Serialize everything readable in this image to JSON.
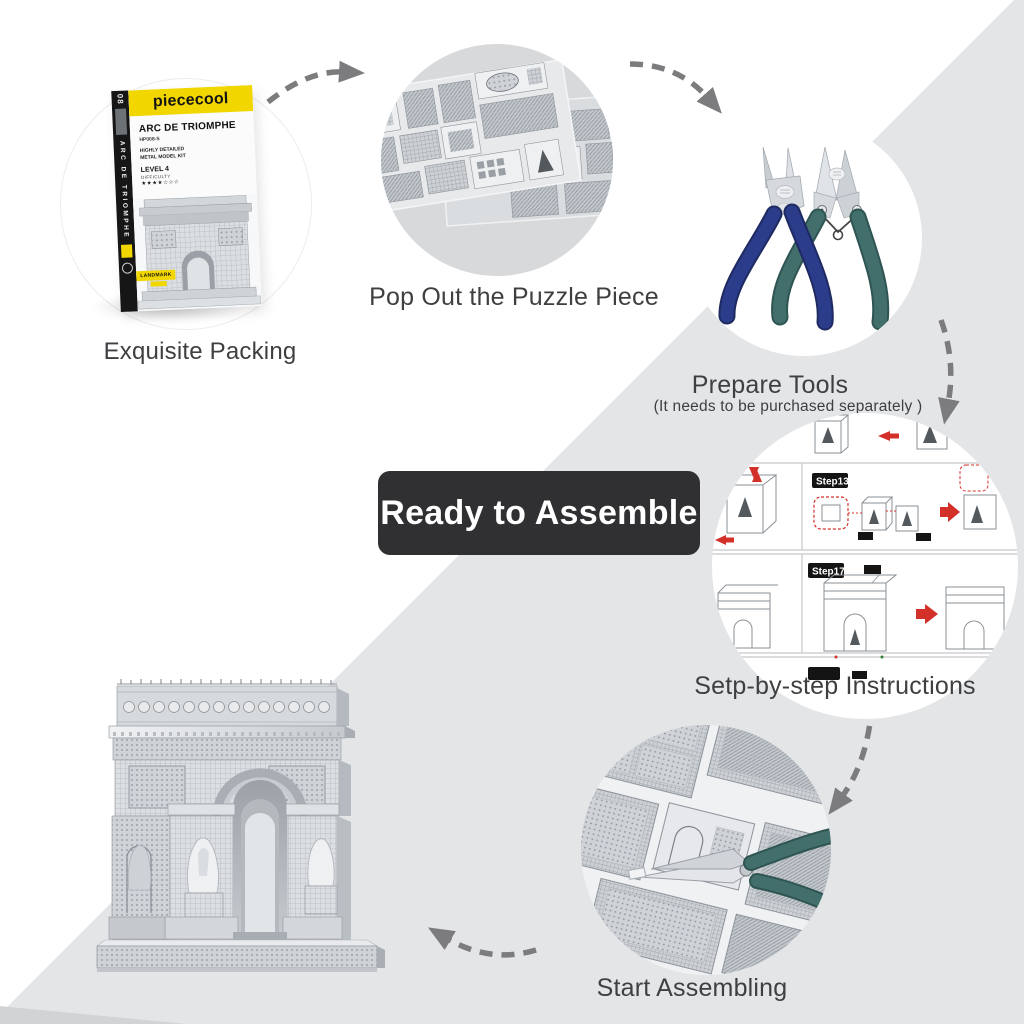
{
  "colors": {
    "background": "#ffffff",
    "diagonal_gray": "#e4e5e7",
    "corner_gray": "#d2d3d5",
    "arrow_gray": "#7c7c7e",
    "banner_bg": "#303033",
    "banner_text": "#ffffff",
    "brand_yellow": "#f2d600",
    "plier_blue": "#2b3c8a",
    "plier_teal": "#426e6c",
    "instruction_red": "#d4302a",
    "caption_text": "#3e3f41"
  },
  "captions": {
    "packing": "Exquisite Packing",
    "popout": "Pop Out the Puzzle Piece",
    "tools": "Prepare Tools",
    "tools_note": "(It needs to be purchased separately )",
    "instructions": "Setp-by-step Instructions",
    "assembling": "Start Assembling"
  },
  "banner": {
    "label": "Ready to Assemble"
  },
  "box": {
    "spine_number": "08",
    "spine_title": "ARC DE TRIOMPHE",
    "brand": "piececool",
    "title": "ARC DE TRIOMPHE",
    "model_code": "HP008-S",
    "kit_line1": "HIGHLY DETAILED",
    "kit_line2": "METAL MODEL KIT",
    "level": "LEVEL 4",
    "difficulty_label": "DIFFICULTY",
    "stars": "★★★★☆☆☆",
    "series_tag": "LANDMARK"
  },
  "instruction_sheet": {
    "step_labels": [
      "Step13",
      "Step17"
    ]
  }
}
